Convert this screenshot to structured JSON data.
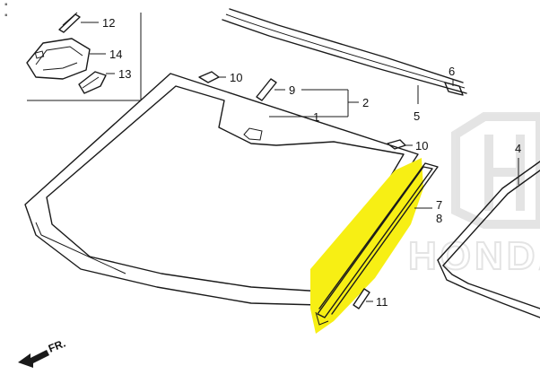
{
  "colors": {
    "highlight": "#f7ef14",
    "line": "#1a1a1a",
    "watermark": "#cfcfcf",
    "background": "#ffffff"
  },
  "labels": {
    "p1": "1",
    "p2": "2",
    "p4": "4",
    "p5": "5",
    "p6": "6",
    "p7": "7",
    "p8": "8",
    "p9": "9",
    "p10a": "10",
    "p10b": "10",
    "p11": "11",
    "p12": "12",
    "p13": "13",
    "p14": "14"
  },
  "front_indicator": {
    "text": "FR."
  },
  "watermark": {
    "text": "HONDA",
    "icon": "honda-logo-icon"
  }
}
